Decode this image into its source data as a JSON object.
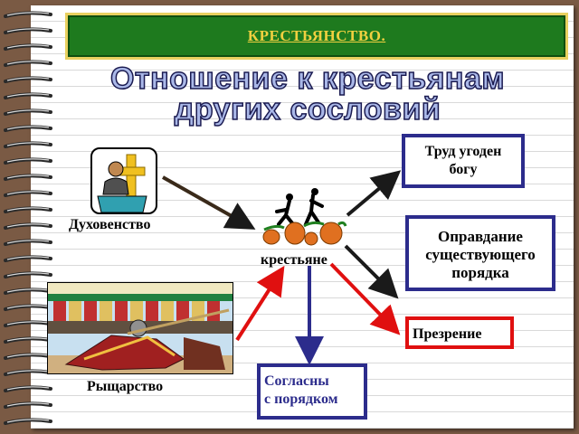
{
  "header": {
    "title": "КРЕСТЬЯНСТВО."
  },
  "title": {
    "line1": "Отношение  к крестьянам",
    "line2": "других сословий"
  },
  "nodes": {
    "clergy": "Духовенство",
    "peasants": "крестьяне",
    "knights": "Рыщарство"
  },
  "outcomes": {
    "labor": {
      "line1": "Труд угоден",
      "line2": "богу"
    },
    "justification": {
      "line1": "Оправдание",
      "line2": "существующего",
      "line3": "порядка"
    },
    "contempt": "Презрение",
    "agreement": {
      "line1": "Согласны",
      "line2": "с порядком"
    }
  },
  "colors": {
    "header_bg": "#1e7a1e",
    "header_text": "#f0d040",
    "blue_border": "#2c2c8c",
    "red": "#e01010",
    "arrow_dark": "#3a2a1a"
  }
}
